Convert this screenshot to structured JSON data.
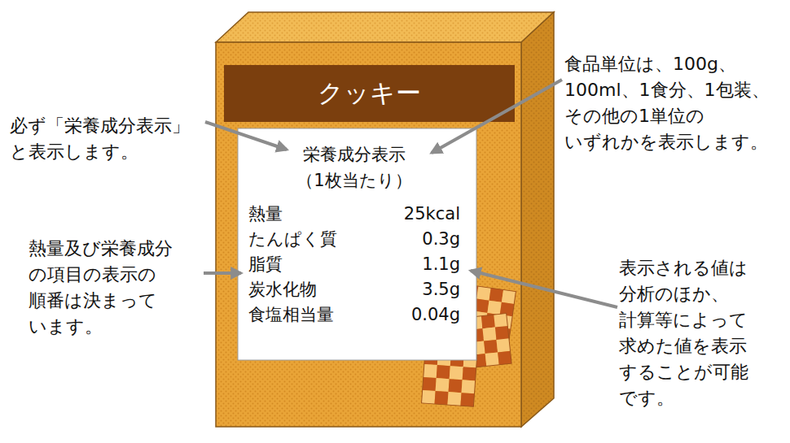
{
  "diagram": {
    "nodes": [
      {
        "text": [
          "クッキー"
        ]
      },
      {
        "text": [
          "栄養成分表示",
          "（1枚当たり）",
          "熱量",
          "25kcal",
          "たんぱく質",
          "0.3g",
          "脂質",
          "1.1g",
          "炭水化物",
          "3.5g",
          "食塩相当量",
          "0.04g"
        ]
      }
    ],
    "labels": [
      "必ず「栄養成分表示」 と表示します。",
      "食品単位は、100g、 100ml、1食分、1包装、 その他の1単位の いずれかを表示します。",
      "熱量及び栄養成分 の項目の表示の 順番は決まって います。",
      "表示される値は 分析のほか、 計算等によって 求めた値を表示 することが可能 です。"
    ]
  }
}
